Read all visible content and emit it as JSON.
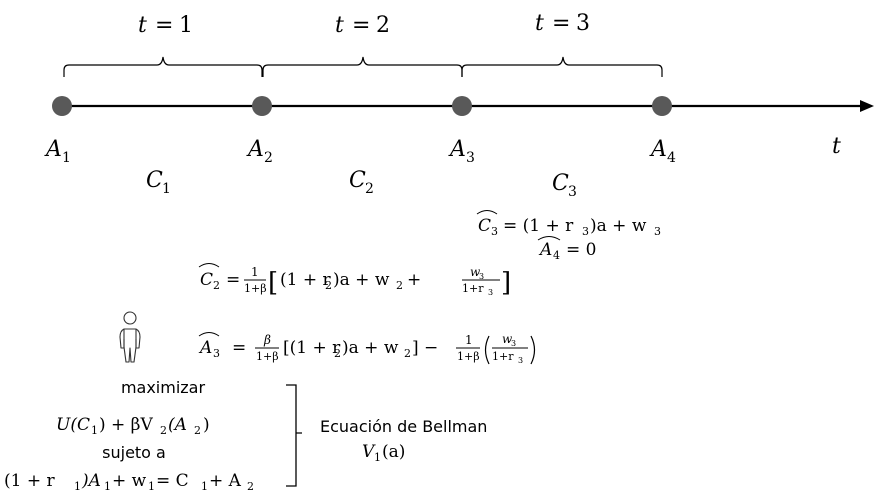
{
  "periods": [
    {
      "t": "t",
      "eq": "=",
      "n": "1"
    },
    {
      "t": "t",
      "eq": "=",
      "n": "2"
    },
    {
      "t": "t",
      "eq": "=",
      "n": "3"
    }
  ],
  "timeline": {
    "assets": [
      {
        "base": "A",
        "sub": "1"
      },
      {
        "base": "A",
        "sub": "2"
      },
      {
        "base": "A",
        "sub": "3"
      },
      {
        "base": "A",
        "sub": "4"
      }
    ],
    "consumption": [
      {
        "base": "C",
        "sub": "1"
      },
      {
        "base": "C",
        "sub": "2"
      },
      {
        "base": "C",
        "sub": "3"
      }
    ],
    "axis_label": "t"
  },
  "solutions": {
    "c3": {
      "lhs": "C",
      "lhs_sub": "3",
      "rhs_a": "= (1 + r",
      "rhs_sub": "3",
      "rhs_b": ")a + w",
      "rhs_sub2": "3"
    },
    "a4": {
      "lhs": "A",
      "lhs_sub": "4",
      "rhs": "= 0"
    },
    "c2": {
      "lhs": "C",
      "lhs_sub": "2",
      "eq": "=",
      "frac_num": "1",
      "frac_den": "1+β",
      "open": "[",
      "term_a": "(1 + r",
      "term_sub": "2",
      "term_b": ")a + w",
      "term_sub2": "2",
      "plus": "+",
      "w_num": "w",
      "w_num_sub": "3",
      "w_den_a": "1+r",
      "w_den_sub": "3",
      "close": "]"
    },
    "a3": {
      "lhs": "A",
      "lhs_sub": "3",
      "eq": "=",
      "frac1_num": "β",
      "frac1_den": "1+β",
      "term_a": "[(1 + r",
      "term_sub": "2",
      "term_b": ")a + w",
      "term_sub2": "2",
      "term_c": "] −",
      "frac2_num": "1",
      "frac2_den": "1+β",
      "w_num": "w",
      "w_num_sub": "3",
      "w_den_a": "1+r",
      "w_den_sub": "3"
    }
  },
  "problem": {
    "maximize_label": "maximizar",
    "objective_a": "U(C",
    "objective_sub": "1",
    "objective_b": ") + βV",
    "objective_sub2": "2",
    "objective_c": "(A",
    "objective_sub3": "2",
    "objective_d": ")",
    "subject_label": "sujeto a",
    "constraint_a": "(1 + r",
    "constraint_sub": "1",
    "constraint_b": ")A",
    "constraint_sub2": "1",
    "constraint_c": " + w",
    "constraint_sub3": "1",
    "constraint_d": " = C",
    "constraint_sub4": "1",
    "constraint_e": " + A",
    "constraint_sub5": "2"
  },
  "bellman": {
    "label": "Ecuación de Bellman",
    "value_a": "V",
    "value_sub": "1",
    "value_b": "(a)"
  },
  "icons": {
    "agent": "person-icon"
  },
  "colors": {
    "node": "#595959",
    "line": "#000000"
  }
}
